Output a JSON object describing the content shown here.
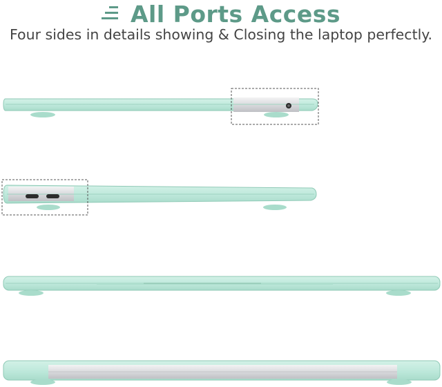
{
  "header": {
    "title": "All Ports Access",
    "subtitle": "Four sides in details showing & Closing the laptop perfectly.",
    "title_icon": "list-lines-icon"
  },
  "colors": {
    "title": "#5d9a88",
    "subtitle": "#444444",
    "case_mint": "#bfe9dc",
    "case_edge": "#8fc9b6",
    "laptop_silver": "#dcdde0",
    "highlight_frame": "#555555"
  },
  "views": [
    {
      "side": "right",
      "ports": [
        "audio-jack"
      ],
      "highlighted": true
    },
    {
      "side": "left",
      "ports": [
        "usb-c",
        "usb-c"
      ],
      "highlighted": true
    },
    {
      "side": "front",
      "ports": [],
      "highlighted": false
    },
    {
      "side": "back",
      "ports": [],
      "highlighted": false
    }
  ]
}
